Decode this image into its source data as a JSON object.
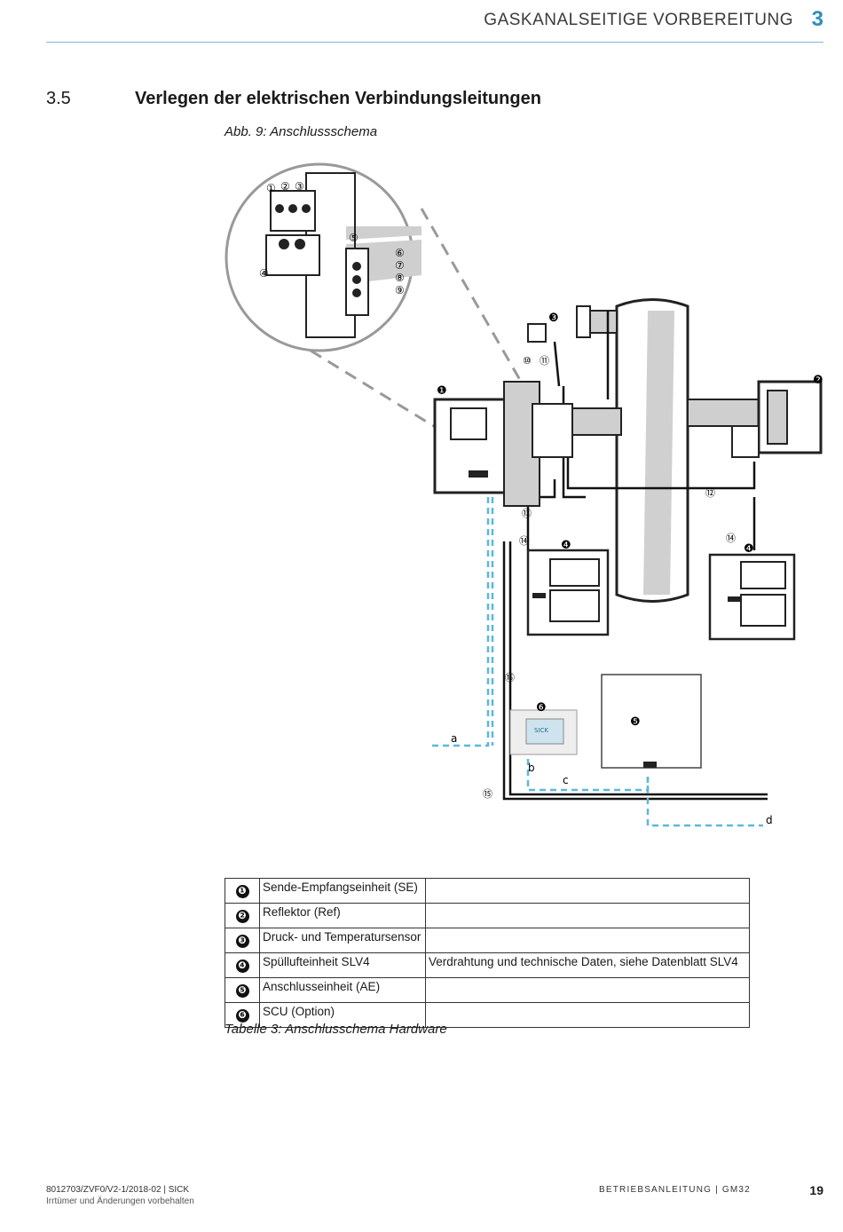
{
  "header": {
    "chapter_title": "GASKANALSEITIGE VORBEREITUNG",
    "chapter_number": "3"
  },
  "section": {
    "number": "3.5",
    "title": "Verlegen der elektrischen Verbindungsleitungen"
  },
  "figure": {
    "caption": "Abb. 9:  Anschlussschema",
    "zoom_labels": [
      "①",
      "②",
      "③",
      "④",
      "⑤",
      "⑥",
      "⑦",
      "⑧",
      "⑨"
    ],
    "main_labels": {
      "se": "❶",
      "ref": "❷",
      "sensor": "❸",
      "slv_left": "❹",
      "slv_right": "❹",
      "ae": "❺",
      "scu": "❻"
    },
    "cable_labels": {
      "c10": "⑩",
      "c11": "⑪",
      "c12": "⑫",
      "c13": "⑬",
      "c14a": "⑭",
      "c14b": "⑭",
      "c15": "⑮",
      "c16": "⑯"
    },
    "letter_labels": {
      "a": "a",
      "b": "b",
      "c": "c",
      "d": "d"
    },
    "scu_brand": "SICK"
  },
  "table": {
    "rows": [
      {
        "marker": "❶",
        "name": "Sende-Empfangseinheit (SE)",
        "note": ""
      },
      {
        "marker": "❷",
        "name": "Reflektor (Ref)",
        "note": ""
      },
      {
        "marker": "❸",
        "name": "Druck- und Temperatursensor",
        "note": ""
      },
      {
        "marker": "❹",
        "name": "Spüllufteinheit SLV4",
        "note": "Verdrahtung und technische Daten, siehe Datenblatt SLV4"
      },
      {
        "marker": "❺",
        "name": "Anschlusseinheit (AE)",
        "note": ""
      },
      {
        "marker": "❻",
        "name": "SCU (Option)",
        "note": ""
      }
    ],
    "caption": "Tabelle 3: Anschlusschema Hardware"
  },
  "footer": {
    "doc_id": "8012703/ZVF0/V2-1/2018-02 | SICK",
    "disclaimer": "Irrtümer und Änderungen vorbehalten",
    "manual": "BETRIEBSANLEITUNG | GM32",
    "page": "19"
  },
  "colors": {
    "accent": "#2a8fc0",
    "dashed_line": "#5bb8dc",
    "pipe_fill": "#cfcfcf"
  }
}
